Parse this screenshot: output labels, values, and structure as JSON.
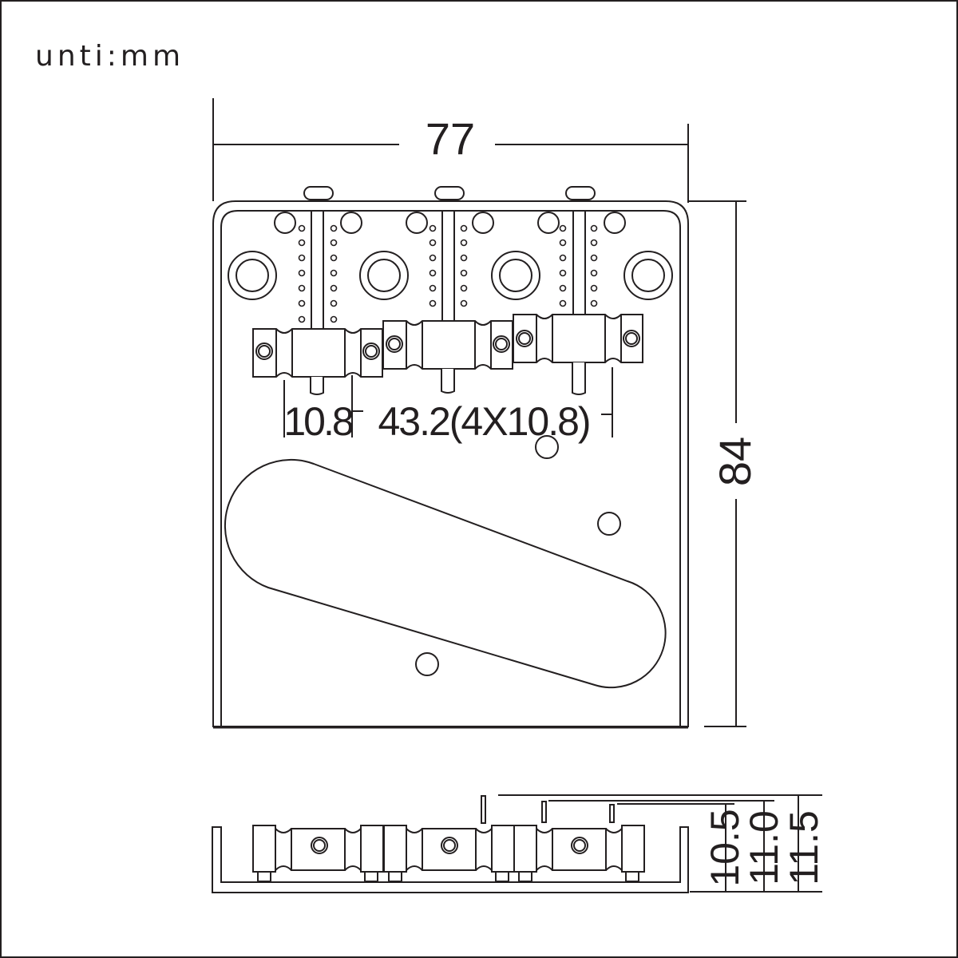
{
  "unit_label": "unti:mm",
  "dimensions": {
    "width": "77",
    "height": "84",
    "saddle_edge": "10.8",
    "saddle_span": "43.2(4X10.8)",
    "heights": [
      "10.5",
      "11.0",
      "11.5"
    ]
  },
  "colors": {
    "line": "#231f20",
    "background": "#ffffff"
  }
}
